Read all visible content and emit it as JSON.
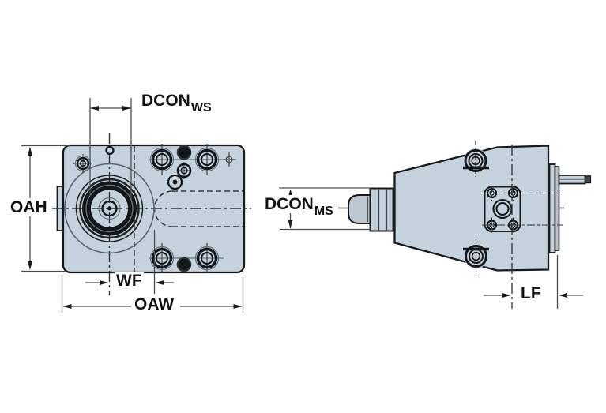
{
  "drawing": {
    "type": "technical-drawing",
    "description_labels_only": true
  },
  "labels": {
    "dcon_ws": {
      "main": "DCON",
      "sub": "WS"
    },
    "oah": {
      "main": "OAH"
    },
    "wf": {
      "main": "WF"
    },
    "oaw": {
      "main": "OAW"
    },
    "dcon_ms": {
      "main": "DCON",
      "sub": "MS"
    },
    "lf": {
      "main": "LF"
    }
  },
  "colors": {
    "background": "#ffffff",
    "body_fill": "#c3d2dd",
    "dome_fill": "#bdc7d0",
    "flange_fill": "#b7c4ce",
    "outline": "#1a1a1a",
    "dim_line": "#4d4d4d",
    "centerline": "#333333",
    "label_text": "#111111"
  }
}
